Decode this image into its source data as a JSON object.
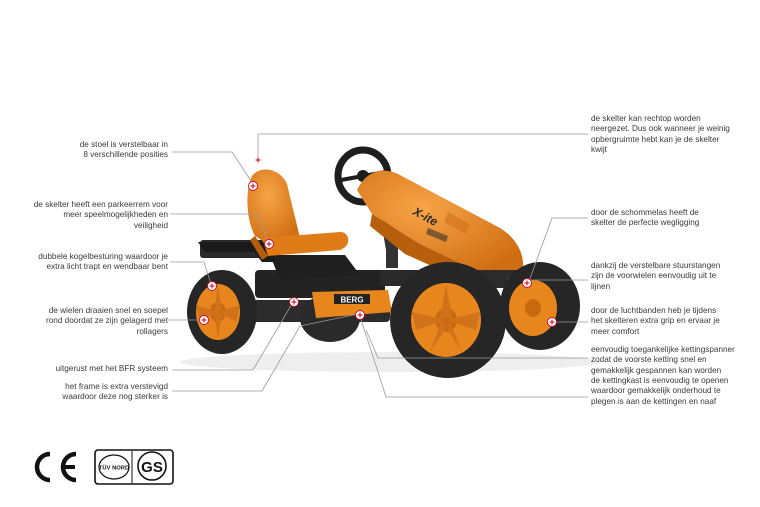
{
  "annotations_left": [
    {
      "id": "seat",
      "text": "de stoel is verstelbaar in\n8 verschillende posities"
    },
    {
      "id": "parking-brake",
      "text": "de skelter heeft een parkeerrem voor\nmeer speelmogelijkheden en\nveiligheid"
    },
    {
      "id": "ball-steering",
      "text": "dubbele kogelbesturing waardoor je\nextra licht trapt en wendbaar bent"
    },
    {
      "id": "wheels",
      "text": "de wielen draaien snel en soepel\nrond doordat ze zijn gelagerd met\nrollagers"
    },
    {
      "id": "bfr",
      "text": "uitgerust met het BFR systeem"
    },
    {
      "id": "frame",
      "text": "het frame is extra verstevigd\nwaardoor deze nog sterker is"
    }
  ],
  "annotations_right": [
    {
      "id": "upright",
      "text": "de skelter kan rechtop worden\nneergezet. Dus ook wanneer je weinig\nopbergruimte hebt kan je de skelter\nkwijt"
    },
    {
      "id": "swing-axle",
      "text": "door de schommelas heeft de\nskelter de perfecte wegligging"
    },
    {
      "id": "steering-rods",
      "text": "dankzij de verstelbare stuurstangen\nzijn de voorwielen eenvoudig uit te\nlijnen"
    },
    {
      "id": "air-tires",
      "text": "door de luchtbanden heb je tijdens\nhet skelteren extra grip en ervaar je\nmeer comfort"
    },
    {
      "id": "chain-tensioner",
      "text": "eenvoudig toegankelijke kettingspanner\nzodat de voorste ketting snel en\ngemakkelijk gespannen kan worden"
    },
    {
      "id": "chain-case",
      "text": "de kettingkast is eenvoudig te openen\nwaardoor gemakkelijk onderhoud te\nplegen is aan de kettingen en naaf"
    }
  ],
  "kart": {
    "brand_text": "BERG",
    "side_text": "X-ite"
  },
  "certifications": {
    "ce": "CE",
    "tuv": "TÜV NORD",
    "gs": "GS"
  },
  "colors": {
    "orange": "#e8861e",
    "dark_orange": "#c96a10",
    "black": "#1e1e1e",
    "tire": "#262626",
    "marker": "#c8102e"
  }
}
